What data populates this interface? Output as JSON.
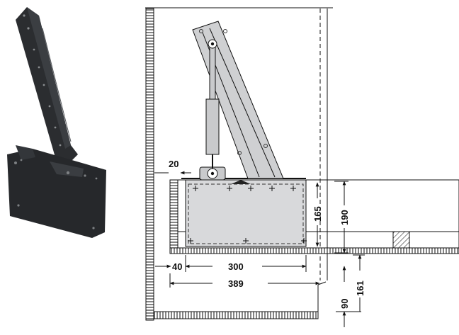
{
  "dimensions": {
    "d20": "20",
    "d40": "40",
    "d300": "300",
    "d389": "389",
    "d165": "165",
    "d190": "190",
    "d161": "161",
    "d90": "90"
  },
  "colors": {
    "bracket_dark": "#2b2d30",
    "plate_grey": "#d8d9db",
    "strut_grey": "#c9cacc",
    "line": "#111111",
    "hatch": "#444444"
  },
  "icons": [
    "bracket-photo",
    "gas-strut",
    "mounting-plate",
    "wall-hatch",
    "floor-hatch"
  ]
}
